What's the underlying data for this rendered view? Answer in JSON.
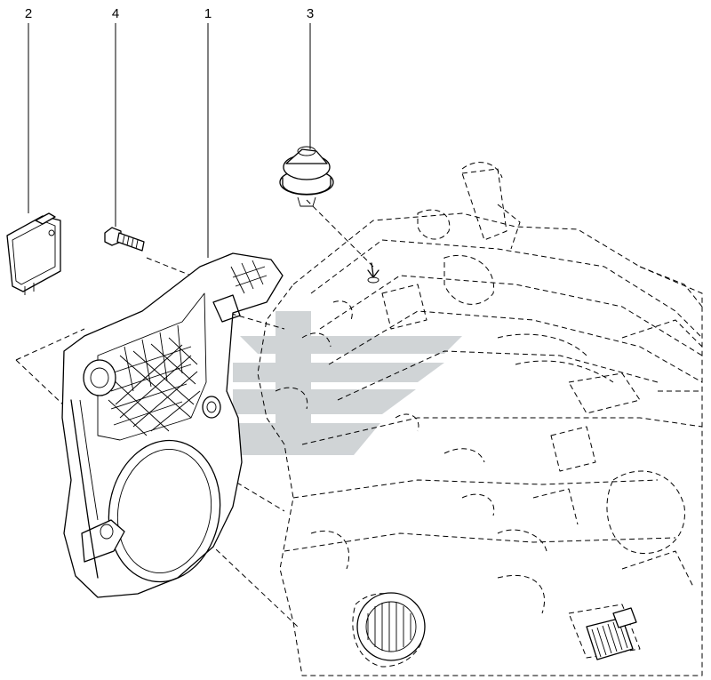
{
  "callouts": [
    {
      "id": "callout-2",
      "label": "2"
    },
    {
      "id": "callout-4",
      "label": "4"
    },
    {
      "id": "callout-1",
      "label": "1"
    },
    {
      "id": "callout-3",
      "label": "3"
    }
  ],
  "colors": {
    "line": "#000000",
    "watermark": "#c8cdd0",
    "background": "#ffffff"
  }
}
